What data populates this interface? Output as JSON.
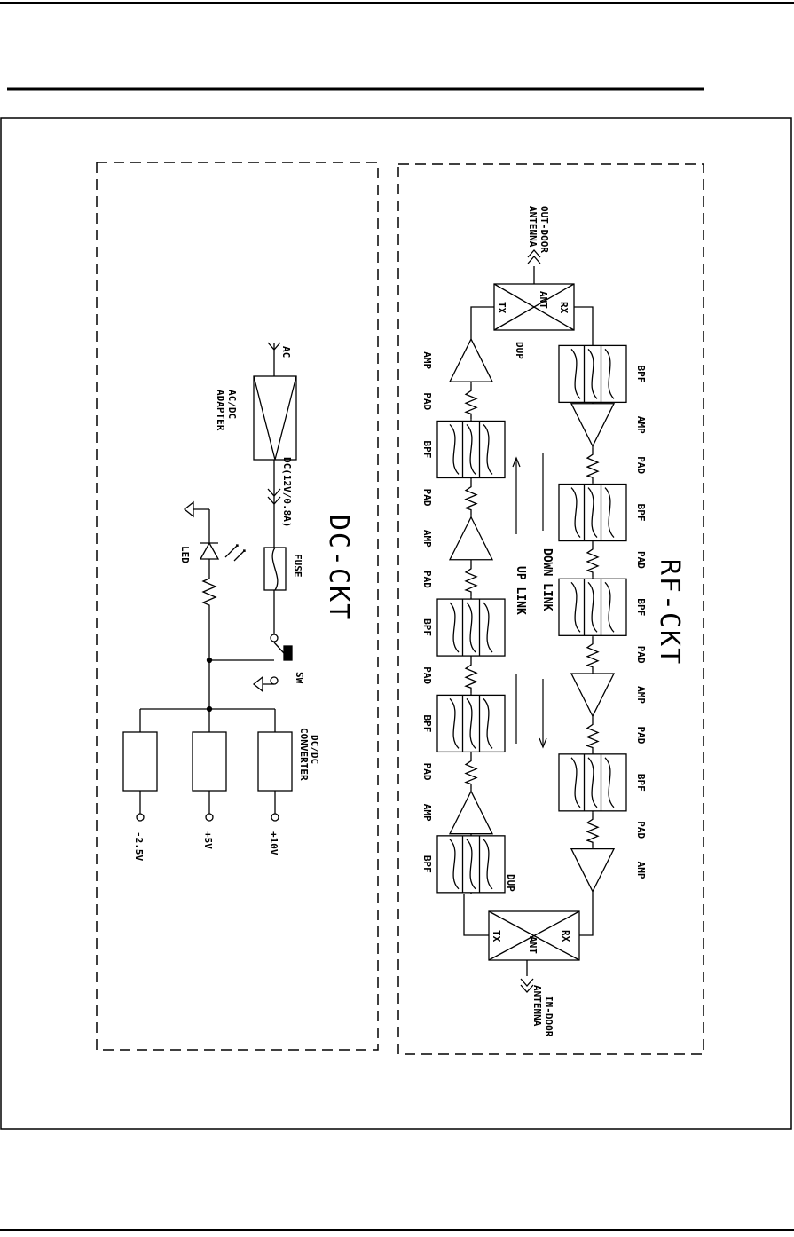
{
  "dc_ckt": {
    "title": "DC-CKT",
    "ac": "AC",
    "adapter": [
      "AC/DC",
      "ADAPTER"
    ],
    "dc_out": "DC(12V/0.8A)",
    "fuse": "FUSE",
    "led": "LED",
    "sw": "SW",
    "converter": [
      "DC/DC",
      "CONVERTER"
    ],
    "outputs": [
      "+10V",
      "+5V",
      "-2.5V"
    ]
  },
  "rf_ckt": {
    "title": "RF-CKT",
    "out_antenna": [
      "OUT-DOOR",
      "ANTENNA"
    ],
    "in_antenna": [
      "IN-DOOR",
      "ANTENNA"
    ],
    "dup": "DUP",
    "tx": "TX",
    "rx": "RX",
    "ant": "ANT",
    "down_link": "DOWN LINK",
    "up_link": "UP LINK",
    "downlink_chain": [
      "BPF",
      "AMP",
      "PAD",
      "BPF",
      "PAD",
      "BPF",
      "PAD",
      "AMP",
      "PAD",
      "BPF",
      "PAD",
      "AMP"
    ],
    "uplink_chain": [
      "AMP",
      "PAD",
      "BPF",
      "PAD",
      "AMP",
      "PAD",
      "BPF",
      "PAD",
      "BPF",
      "PAD",
      "AMP",
      "BPF"
    ]
  }
}
